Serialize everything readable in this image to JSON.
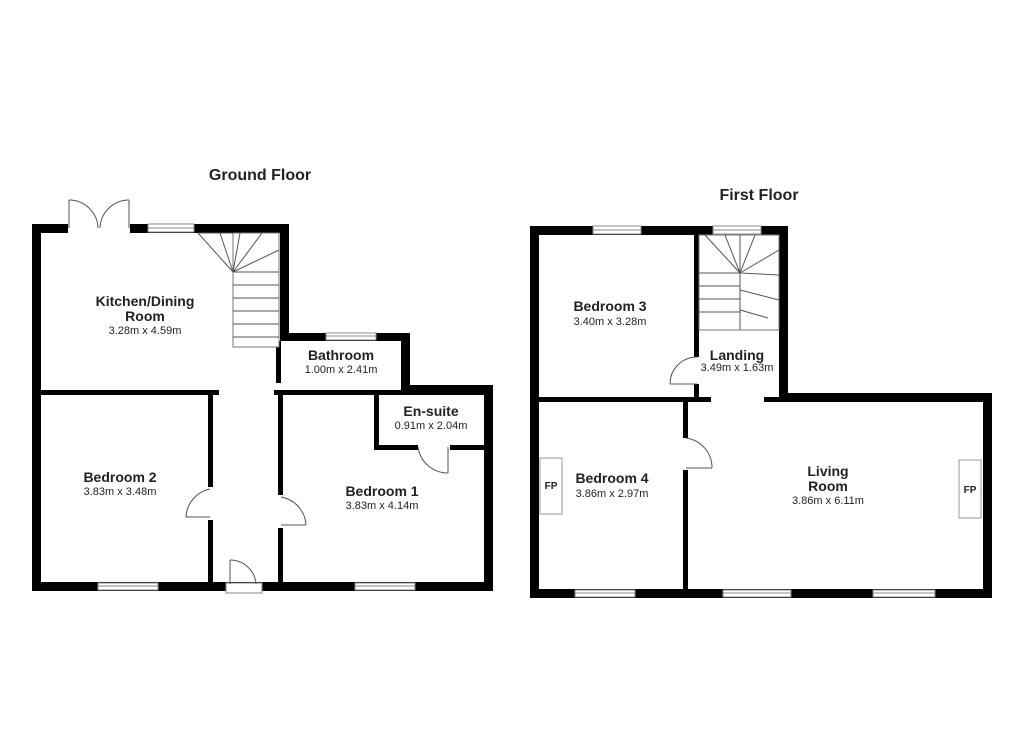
{
  "floors": {
    "ground": {
      "title": "Ground Floor",
      "rooms": {
        "kitchen": {
          "name_line1": "Kitchen/Dining",
          "name_line2": "Room",
          "dims": "3.28m x 4.59m"
        },
        "bathroom": {
          "name": "Bathroom",
          "dims": "1.00m x 2.41m"
        },
        "ensuite": {
          "name": "En-suite",
          "dims": "0.91m x 2.04m"
        },
        "bedroom2": {
          "name": "Bedroom 2",
          "dims": "3.83m x 3.48m"
        },
        "bedroom1": {
          "name": "Bedroom 1",
          "dims": "3.83m x 4.14m"
        }
      }
    },
    "first": {
      "title": "First Floor",
      "rooms": {
        "bedroom3": {
          "name": "Bedroom 3",
          "dims": "3.40m x 3.28m"
        },
        "landing": {
          "name": "Landing",
          "dims": "3.49m x 1.63m"
        },
        "bedroom4": {
          "name": "Bedroom 4",
          "dims": "3.86m x 2.97m"
        },
        "living": {
          "name_line1": "Living",
          "name_line2": "Room",
          "dims": "3.86m x 6.11m"
        }
      },
      "fireplace_label": "FP"
    }
  },
  "colors": {
    "wall": "#000000",
    "fixture": "#888888",
    "background": "#ffffff"
  }
}
